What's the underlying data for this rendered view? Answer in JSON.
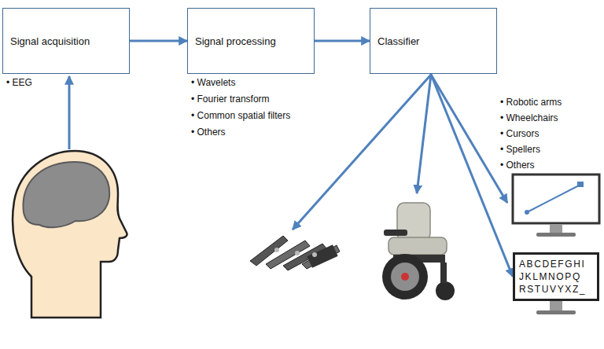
{
  "diagram": {
    "nodes": [
      {
        "text": [
          "Signal acquisition"
        ]
      },
      {
        "text": [
          "Signal processing"
        ]
      },
      {
        "text": [
          "Classifier"
        ]
      },
      {
        "text": [
          "ABCDEFGHI JKLMNOPQ RSTUVYXZ_"
        ]
      }
    ],
    "edges": [
      {
        "from": 0,
        "to": 1,
        "arrow": "to"
      },
      {
        "from": 1,
        "to": 2,
        "arrow": "to"
      },
      {
        "from": 2,
        "to": 3,
        "arrow": "to"
      }
    ],
    "labels": [
      "• EEG",
      "• Wavelets",
      "• Fourier transform",
      "• Common spatial filters",
      "• Others",
      "• Robotic arms",
      "• Wheelchairs",
      "• Cursors",
      "• Spellers",
      "• Others"
    ]
  }
}
